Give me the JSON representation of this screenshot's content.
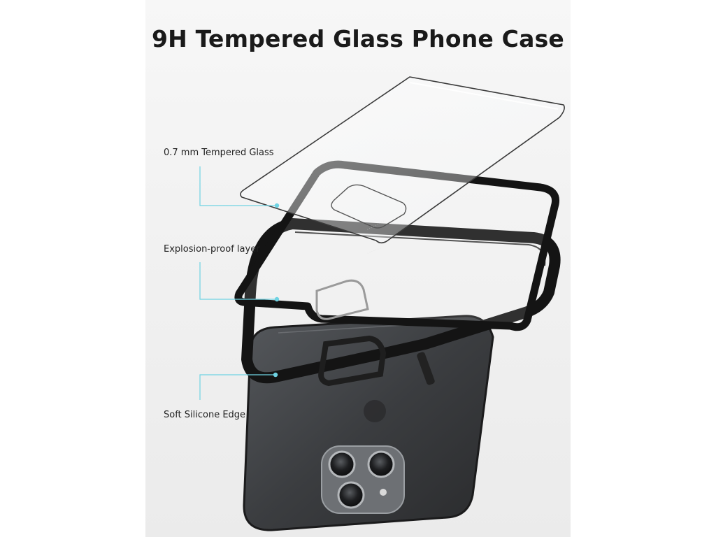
{
  "title": "9H Tempered Glass Phone Case",
  "labels": {
    "glass": "0.7 mm Tempered Glass",
    "explosion": "Explosion-proof layer",
    "silicone": "Soft Silicone Edge"
  },
  "colors": {
    "callout": "#6fd3e3",
    "frame": "#141414",
    "phone_body": "#3a3c3f"
  }
}
